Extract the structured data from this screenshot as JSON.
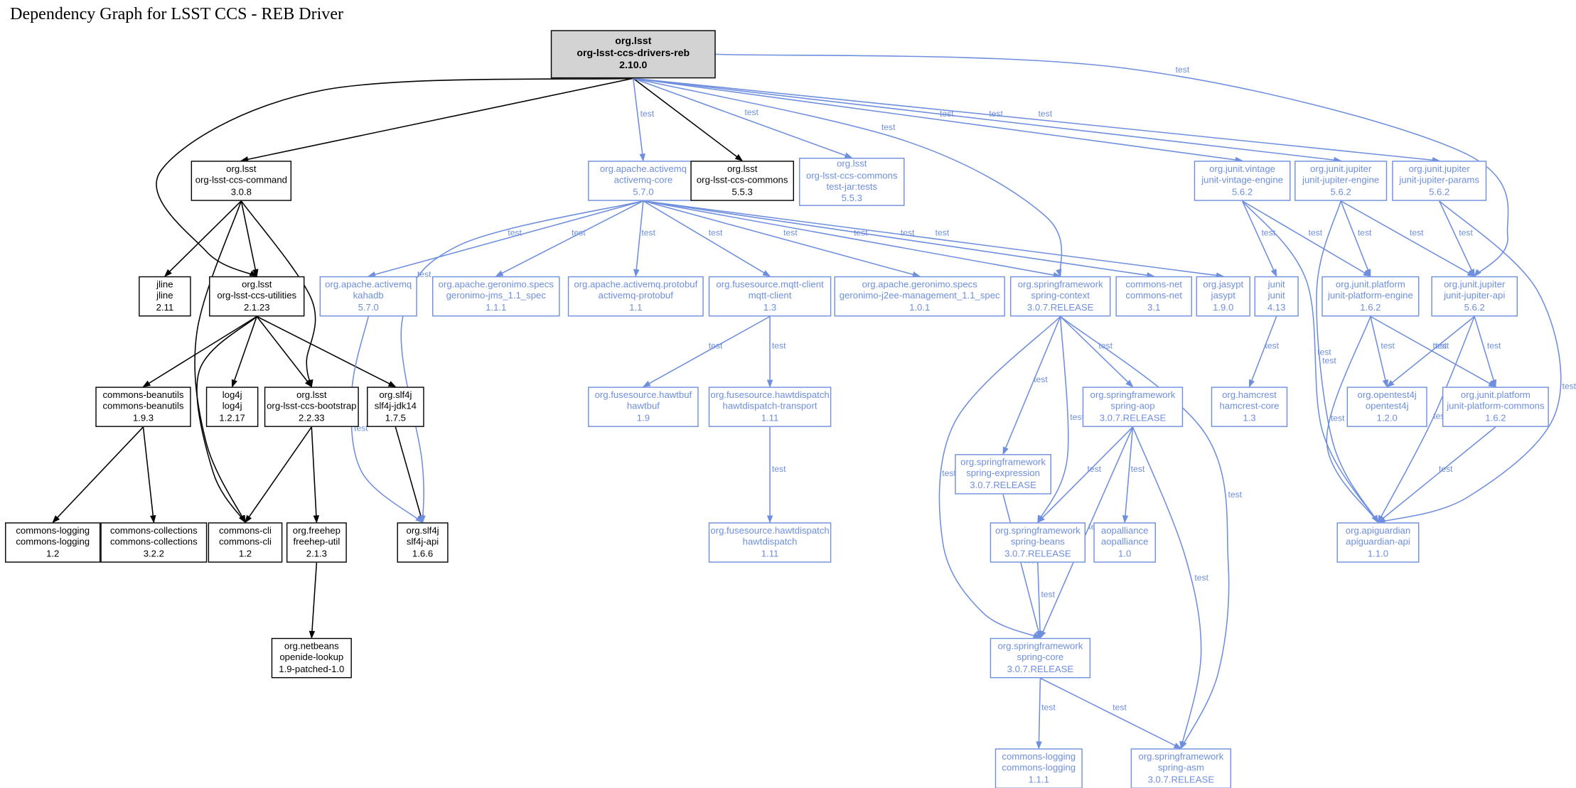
{
  "title": "Dependency Graph for LSST CCS - REB Driver",
  "edge_label_test": "test",
  "colors": {
    "compile": "#000000",
    "test": "#6e8ede",
    "root_fill": "#d3d3d3",
    "node_fill": "#ffffff",
    "background": "#ffffff"
  },
  "nodes": [
    {
      "id": "reb",
      "scope": "root",
      "lines": [
        "org.lsst",
        "org-lsst-ccs-drivers-reb",
        "2.10.0"
      ]
    },
    {
      "id": "command",
      "scope": "compile",
      "lines": [
        "org.lsst",
        "org-lsst-ccs-command",
        "3.0.8"
      ]
    },
    {
      "id": "activemq_core",
      "scope": "test",
      "lines": [
        "org.apache.activemq",
        "activemq-core",
        "5.7.0"
      ]
    },
    {
      "id": "ccs_commons",
      "scope": "compile",
      "lines": [
        "org.lsst",
        "org-lsst-ccs-commons",
        "5.5.3"
      ]
    },
    {
      "id": "ccs_commons_tests",
      "scope": "test",
      "lines": [
        "org.lsst",
        "org-lsst-ccs-commons",
        "test-jar:tests",
        "5.5.3"
      ]
    },
    {
      "id": "vintage",
      "scope": "test",
      "lines": [
        "org.junit.vintage",
        "junit-vintage-engine",
        "5.6.2"
      ]
    },
    {
      "id": "jupiter_engine",
      "scope": "test",
      "lines": [
        "org.junit.jupiter",
        "junit-jupiter-engine",
        "5.6.2"
      ]
    },
    {
      "id": "jupiter_params",
      "scope": "test",
      "lines": [
        "org.junit.jupiter",
        "junit-jupiter-params",
        "5.6.2"
      ]
    },
    {
      "id": "jline",
      "scope": "compile",
      "lines": [
        "jline",
        "jline",
        "2.11"
      ]
    },
    {
      "id": "utilities",
      "scope": "compile",
      "lines": [
        "org.lsst",
        "org-lsst-ccs-utilities",
        "2.1.23"
      ]
    },
    {
      "id": "kahadb",
      "scope": "test",
      "lines": [
        "org.apache.activemq",
        "kahadb",
        "5.7.0"
      ]
    },
    {
      "id": "geronimo_jms",
      "scope": "test",
      "lines": [
        "org.apache.geronimo.specs",
        "geronimo-jms_1.1_spec",
        "1.1.1"
      ]
    },
    {
      "id": "protobuf",
      "scope": "test",
      "lines": [
        "org.apache.activemq.protobuf",
        "activemq-protobuf",
        "1.1"
      ]
    },
    {
      "id": "mqtt",
      "scope": "test",
      "lines": [
        "org.fusesource.mqtt-client",
        "mqtt-client",
        "1.3"
      ]
    },
    {
      "id": "geronimo_mgmt",
      "scope": "test",
      "lines": [
        "org.apache.geronimo.specs",
        "geronimo-j2ee-management_1.1_spec",
        "1.0.1"
      ]
    },
    {
      "id": "spring_context",
      "scope": "test",
      "lines": [
        "org.springframework",
        "spring-context",
        "3.0.7.RELEASE"
      ]
    },
    {
      "id": "commons_net",
      "scope": "test",
      "lines": [
        "commons-net",
        "commons-net",
        "3.1"
      ]
    },
    {
      "id": "jasypt",
      "scope": "test",
      "lines": [
        "org.jasypt",
        "jasypt",
        "1.9.0"
      ]
    },
    {
      "id": "junit",
      "scope": "test",
      "lines": [
        "junit",
        "junit",
        "4.13"
      ]
    },
    {
      "id": "platform_engine",
      "scope": "test",
      "lines": [
        "org.junit.platform",
        "junit-platform-engine",
        "1.6.2"
      ]
    },
    {
      "id": "jupiter_api",
      "scope": "test",
      "lines": [
        "org.junit.jupiter",
        "junit-jupiter-api",
        "5.6.2"
      ]
    },
    {
      "id": "beanutils",
      "scope": "compile",
      "lines": [
        "commons-beanutils",
        "commons-beanutils",
        "1.9.3"
      ]
    },
    {
      "id": "log4j",
      "scope": "compile",
      "lines": [
        "log4j",
        "log4j",
        "1.2.17"
      ]
    },
    {
      "id": "bootstrap",
      "scope": "compile",
      "lines": [
        "org.lsst",
        "org-lsst-ccs-bootstrap",
        "2.2.33"
      ]
    },
    {
      "id": "slf4j_jdk14",
      "scope": "compile",
      "lines": [
        "org.slf4j",
        "slf4j-jdk14",
        "1.7.5"
      ]
    },
    {
      "id": "hawtbuf",
      "scope": "test",
      "lines": [
        "org.fusesource.hawtbuf",
        "hawtbuf",
        "1.9"
      ]
    },
    {
      "id": "hawt_transport",
      "scope": "test",
      "lines": [
        "org.fusesource.hawtdispatch",
        "hawtdispatch-transport",
        "1.11"
      ]
    },
    {
      "id": "spring_aop",
      "scope": "test",
      "lines": [
        "org.springframework",
        "spring-aop",
        "3.0.7.RELEASE"
      ]
    },
    {
      "id": "hamcrest",
      "scope": "test",
      "lines": [
        "org.hamcrest",
        "hamcrest-core",
        "1.3"
      ]
    },
    {
      "id": "opentest4j",
      "scope": "test",
      "lines": [
        "org.opentest4j",
        "opentest4j",
        "1.2.0"
      ]
    },
    {
      "id": "platform_commons",
      "scope": "test",
      "lines": [
        "org.junit.platform",
        "junit-platform-commons",
        "1.6.2"
      ]
    },
    {
      "id": "spring_expression",
      "scope": "test",
      "lines": [
        "org.springframework",
        "spring-expression",
        "3.0.7.RELEASE"
      ]
    },
    {
      "id": "commons_logging_12",
      "scope": "compile",
      "lines": [
        "commons-logging",
        "commons-logging",
        "1.2"
      ]
    },
    {
      "id": "commons_collections",
      "scope": "compile",
      "lines": [
        "commons-collections",
        "commons-collections",
        "3.2.2"
      ]
    },
    {
      "id": "commons_cli",
      "scope": "compile",
      "lines": [
        "commons-cli",
        "commons-cli",
        "1.2"
      ]
    },
    {
      "id": "freehep",
      "scope": "compile",
      "lines": [
        "org.freehep",
        "freehep-util",
        "2.1.3"
      ]
    },
    {
      "id": "slf4j_api",
      "scope": "compile",
      "lines": [
        "org.slf4j",
        "slf4j-api",
        "1.6.6"
      ]
    },
    {
      "id": "hawtdispatch",
      "scope": "test",
      "lines": [
        "org.fusesource.hawtdispatch",
        "hawtdispatch",
        "1.11"
      ]
    },
    {
      "id": "spring_beans",
      "scope": "test",
      "lines": [
        "org.springframework",
        "spring-beans",
        "3.0.7.RELEASE"
      ]
    },
    {
      "id": "aopalliance",
      "scope": "test",
      "lines": [
        "aopalliance",
        "aopalliance",
        "1.0"
      ]
    },
    {
      "id": "apiguardian",
      "scope": "test",
      "lines": [
        "org.apiguardian",
        "apiguardian-api",
        "1.1.0"
      ]
    },
    {
      "id": "openide",
      "scope": "compile",
      "lines": [
        "org.netbeans",
        "openide-lookup",
        "1.9-patched-1.0"
      ]
    },
    {
      "id": "spring_core",
      "scope": "test",
      "lines": [
        "org.springframework",
        "spring-core",
        "3.0.7.RELEASE"
      ]
    },
    {
      "id": "commons_logging_111",
      "scope": "test",
      "lines": [
        "commons-logging",
        "commons-logging",
        "1.1.1"
      ]
    },
    {
      "id": "spring_asm",
      "scope": "test",
      "lines": [
        "org.springframework",
        "spring-asm",
        "3.0.7.RELEASE"
      ]
    }
  ],
  "edges": [
    {
      "from": "reb",
      "to": "command",
      "scope": "compile"
    },
    {
      "from": "reb",
      "to": "utilities",
      "scope": "compile"
    },
    {
      "from": "reb",
      "to": "ccs_commons",
      "scope": "compile"
    },
    {
      "from": "command",
      "to": "jline",
      "scope": "compile"
    },
    {
      "from": "command",
      "to": "utilities",
      "scope": "compile"
    },
    {
      "from": "command",
      "to": "bootstrap",
      "scope": "compile"
    },
    {
      "from": "command",
      "to": "commons_cli",
      "scope": "compile"
    },
    {
      "from": "utilities",
      "to": "beanutils",
      "scope": "compile"
    },
    {
      "from": "utilities",
      "to": "log4j",
      "scope": "compile"
    },
    {
      "from": "utilities",
      "to": "bootstrap",
      "scope": "compile"
    },
    {
      "from": "utilities",
      "to": "slf4j_jdk14",
      "scope": "compile"
    },
    {
      "from": "utilities",
      "to": "commons_cli",
      "scope": "compile"
    },
    {
      "from": "beanutils",
      "to": "commons_logging_12",
      "scope": "compile"
    },
    {
      "from": "beanutils",
      "to": "commons_collections",
      "scope": "compile"
    },
    {
      "from": "bootstrap",
      "to": "commons_cli",
      "scope": "compile"
    },
    {
      "from": "bootstrap",
      "to": "freehep",
      "scope": "compile"
    },
    {
      "from": "slf4j_jdk14",
      "to": "slf4j_api",
      "scope": "compile"
    },
    {
      "from": "freehep",
      "to": "openide",
      "scope": "compile"
    },
    {
      "from": "reb",
      "to": "activemq_core",
      "scope": "test"
    },
    {
      "from": "reb",
      "to": "ccs_commons_tests",
      "scope": "test"
    },
    {
      "from": "reb",
      "to": "spring_context",
      "scope": "test"
    },
    {
      "from": "reb",
      "to": "vintage",
      "scope": "test"
    },
    {
      "from": "reb",
      "to": "jupiter_engine",
      "scope": "test"
    },
    {
      "from": "reb",
      "to": "jupiter_params",
      "scope": "test"
    },
    {
      "from": "reb",
      "to": "jupiter_api",
      "scope": "test"
    },
    {
      "from": "activemq_core",
      "to": "kahadb",
      "scope": "test"
    },
    {
      "from": "activemq_core",
      "to": "geronimo_jms",
      "scope": "test"
    },
    {
      "from": "activemq_core",
      "to": "protobuf",
      "scope": "test"
    },
    {
      "from": "activemq_core",
      "to": "mqtt",
      "scope": "test"
    },
    {
      "from": "activemq_core",
      "to": "geronimo_mgmt",
      "scope": "test"
    },
    {
      "from": "activemq_core",
      "to": "spring_context",
      "scope": "test"
    },
    {
      "from": "activemq_core",
      "to": "commons_net",
      "scope": "test"
    },
    {
      "from": "activemq_core",
      "to": "jasypt",
      "scope": "test"
    },
    {
      "from": "activemq_core",
      "to": "slf4j_api",
      "scope": "test"
    },
    {
      "from": "kahadb",
      "to": "slf4j_api",
      "scope": "test"
    },
    {
      "from": "mqtt",
      "to": "hawtbuf",
      "scope": "test"
    },
    {
      "from": "mqtt",
      "to": "hawt_transport",
      "scope": "test"
    },
    {
      "from": "hawt_transport",
      "to": "hawtdispatch",
      "scope": "test"
    },
    {
      "from": "spring_context",
      "to": "spring_aop",
      "scope": "test"
    },
    {
      "from": "spring_context",
      "to": "spring_expression",
      "scope": "test"
    },
    {
      "from": "spring_context",
      "to": "spring_beans",
      "scope": "test"
    },
    {
      "from": "spring_context",
      "to": "spring_core",
      "scope": "test"
    },
    {
      "from": "spring_context",
      "to": "spring_asm",
      "scope": "test"
    },
    {
      "from": "spring_aop",
      "to": "aopalliance",
      "scope": "test"
    },
    {
      "from": "spring_aop",
      "to": "spring_beans",
      "scope": "test"
    },
    {
      "from": "spring_aop",
      "to": "spring_core",
      "scope": "test"
    },
    {
      "from": "spring_aop",
      "to": "spring_asm",
      "scope": "test"
    },
    {
      "from": "spring_expression",
      "to": "spring_core",
      "scope": "test"
    },
    {
      "from": "spring_beans",
      "to": "spring_core",
      "scope": "test"
    },
    {
      "from": "spring_core",
      "to": "commons_logging_111",
      "scope": "test"
    },
    {
      "from": "spring_core",
      "to": "spring_asm",
      "scope": "test"
    },
    {
      "from": "vintage",
      "to": "junit",
      "scope": "test"
    },
    {
      "from": "vintage",
      "to": "platform_engine",
      "scope": "test"
    },
    {
      "from": "vintage",
      "to": "apiguardian",
      "scope": "test"
    },
    {
      "from": "jupiter_engine",
      "to": "platform_engine",
      "scope": "test"
    },
    {
      "from": "jupiter_engine",
      "to": "jupiter_api",
      "scope": "test"
    },
    {
      "from": "jupiter_engine",
      "to": "apiguardian",
      "scope": "test"
    },
    {
      "from": "jupiter_params",
      "to": "jupiter_api",
      "scope": "test"
    },
    {
      "from": "jupiter_params",
      "to": "apiguardian",
      "scope": "test"
    },
    {
      "from": "junit",
      "to": "hamcrest",
      "scope": "test"
    },
    {
      "from": "platform_engine",
      "to": "opentest4j",
      "scope": "test"
    },
    {
      "from": "platform_engine",
      "to": "platform_commons",
      "scope": "test"
    },
    {
      "from": "platform_engine",
      "to": "apiguardian",
      "scope": "test"
    },
    {
      "from": "jupiter_api",
      "to": "opentest4j",
      "scope": "test"
    },
    {
      "from": "jupiter_api",
      "to": "platform_commons",
      "scope": "test"
    },
    {
      "from": "jupiter_api",
      "to": "apiguardian",
      "scope": "test"
    },
    {
      "from": "platform_commons",
      "to": "apiguardian",
      "scope": "test"
    }
  ]
}
